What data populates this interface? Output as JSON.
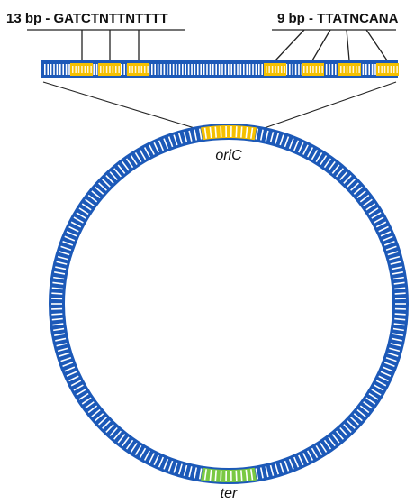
{
  "motifs": {
    "left_label": "13 bp - GATCTNTTNTTTT",
    "right_label": "9 bp - TTATNCANA"
  },
  "chromosome": {
    "origin_label": "oriC",
    "terminus_label": "ter"
  },
  "colors": {
    "dna": "#1c59b8",
    "rung": "#ffffff",
    "motif": "#f5c000",
    "origin": "#f5c000",
    "terminus": "#7ac943",
    "line": "#222222"
  }
}
